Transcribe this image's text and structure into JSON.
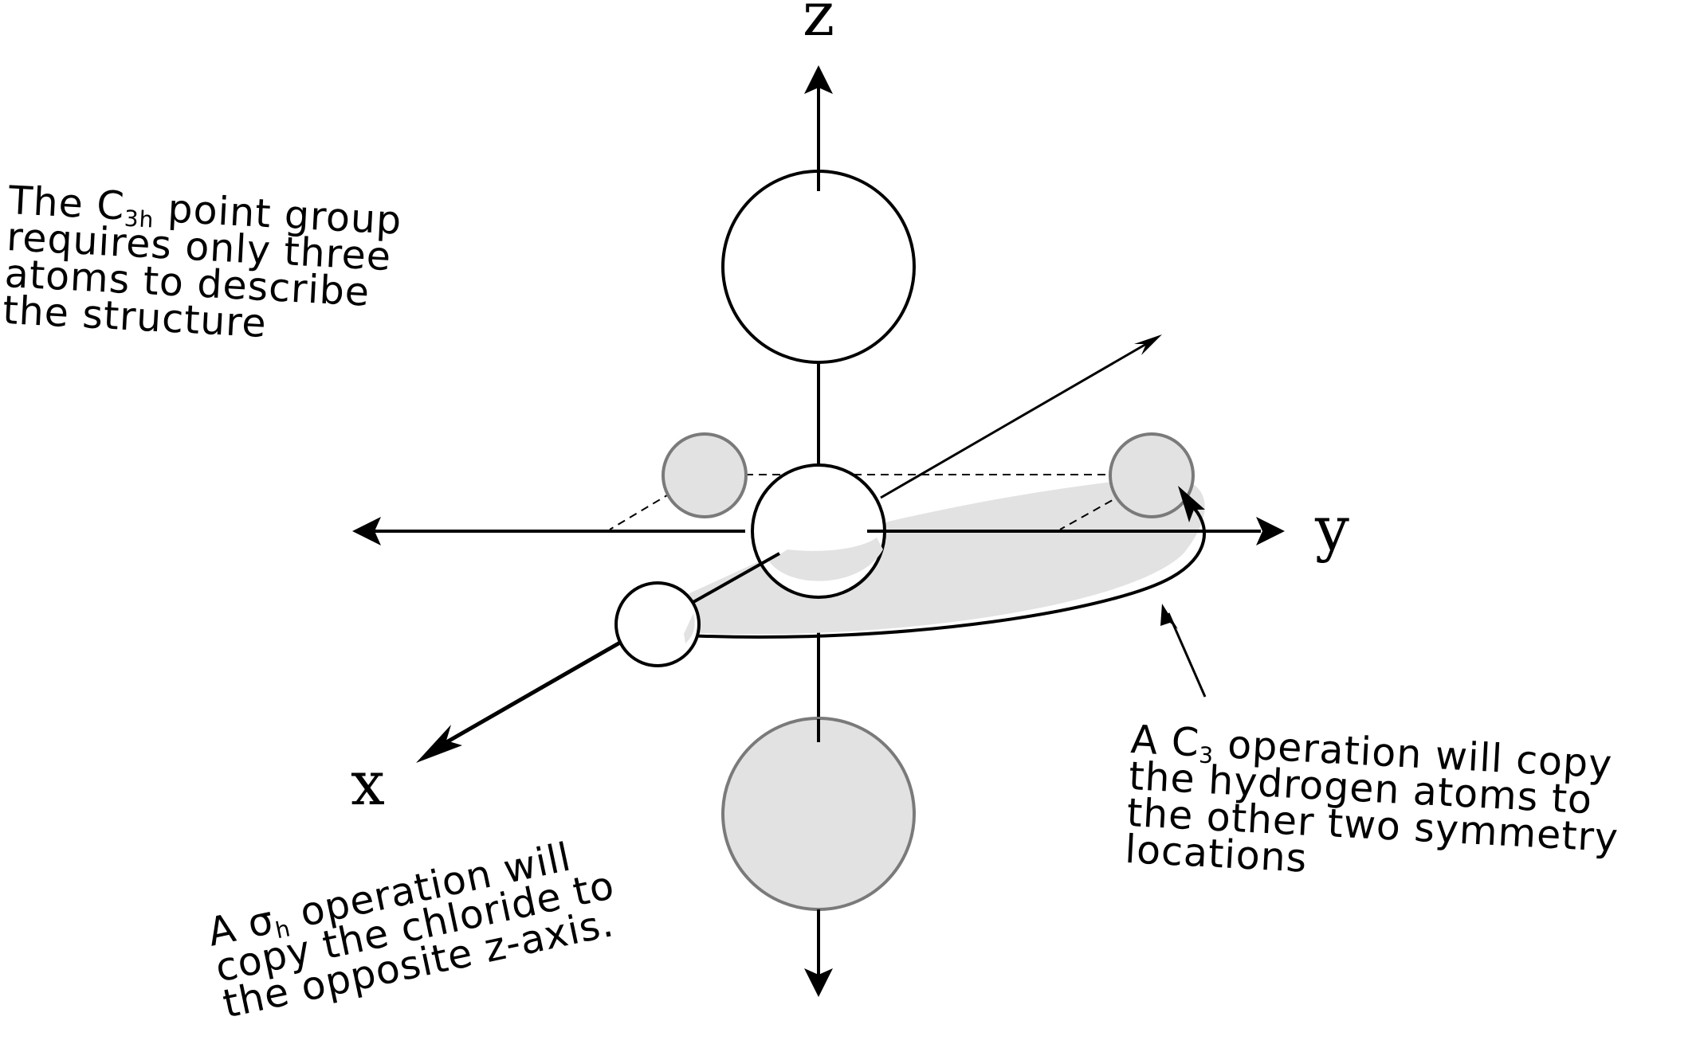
{
  "axes": {
    "z_label": "z",
    "y_label": "y",
    "x_label": "x"
  },
  "notes": {
    "c3h_note": {
      "line1_before": "The C",
      "line1_sub": "3h",
      "line1_after": " point group",
      "line2": "requires only three",
      "line3": "atoms to describe",
      "line4": "the structure"
    },
    "c3_note": {
      "line1_before": "A C",
      "line1_sub": "3",
      "line1_after": " operation will copy",
      "line2": "the hydrogen atoms to",
      "line3": "the other two symmetry",
      "line4": "locations"
    },
    "sigma_note": {
      "line1_before": "A σ",
      "line1_sub": "h",
      "line1_after": " operation will",
      "line2": "copy the chloride to",
      "line3": "the opposite z-axis."
    }
  },
  "colors": {
    "stroke": "#000000",
    "atom_fill": "#ffffff",
    "ghost_fill": "#e2e2e2",
    "ghost_stroke": "#7a7a7a",
    "plane_fill": "#e2e2e2"
  }
}
